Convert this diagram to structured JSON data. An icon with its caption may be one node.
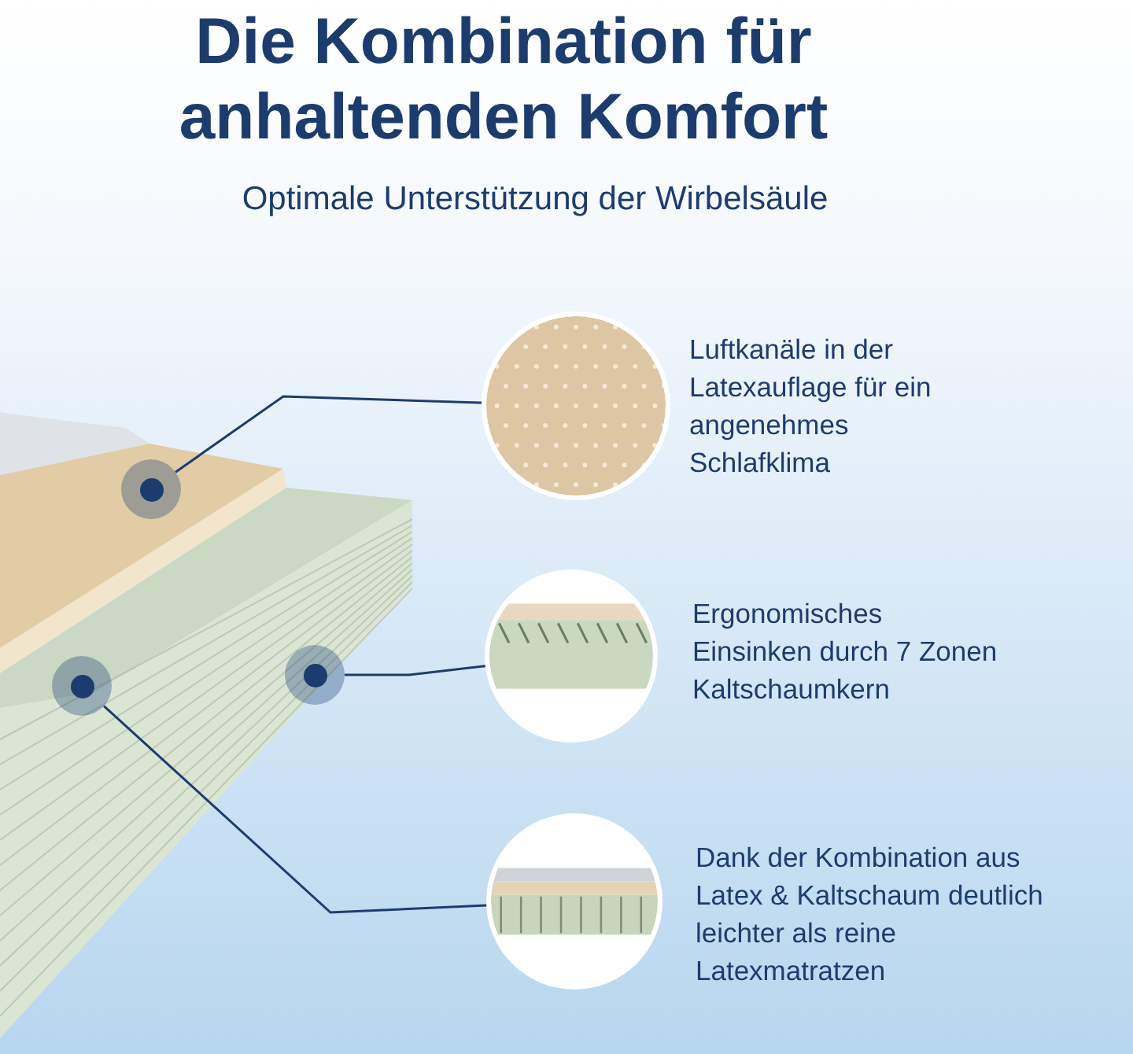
{
  "diagram": {
    "title": "Die Kombination für anhaltenden Komfort",
    "nodes": [
      {
        "text": [],
        "shape": "circle"
      },
      {
        "text": [],
        "shape": "circle"
      },
      {
        "text": [],
        "shape": "circle"
      },
      {
        "text": [],
        "shape": "picture",
        "beside": [
          "Luftkanäle in der Latexauflage für ein angenehmes Schlafklima"
        ]
      },
      {
        "text": [],
        "shape": "picture",
        "beside": [
          "Ergonomisches Einsinken durch 7 Zonen Kaltschaumkern"
        ]
      },
      {
        "text": [],
        "shape": "picture",
        "beside": [
          "Dank der Kombination aus Latex & Kaltschaum deutlich leichter als reine Latexmatratzen"
        ]
      }
    ],
    "edges": [
      {
        "from": 0,
        "to": 3,
        "arrow": "none"
      },
      {
        "from": 1,
        "to": 4,
        "arrow": "none"
      },
      {
        "from": 2,
        "to": 5,
        "arrow": "none"
      }
    ],
    "labels": [
      "Optimale Unterstützung der Wirbelsäule"
    ]
  }
}
